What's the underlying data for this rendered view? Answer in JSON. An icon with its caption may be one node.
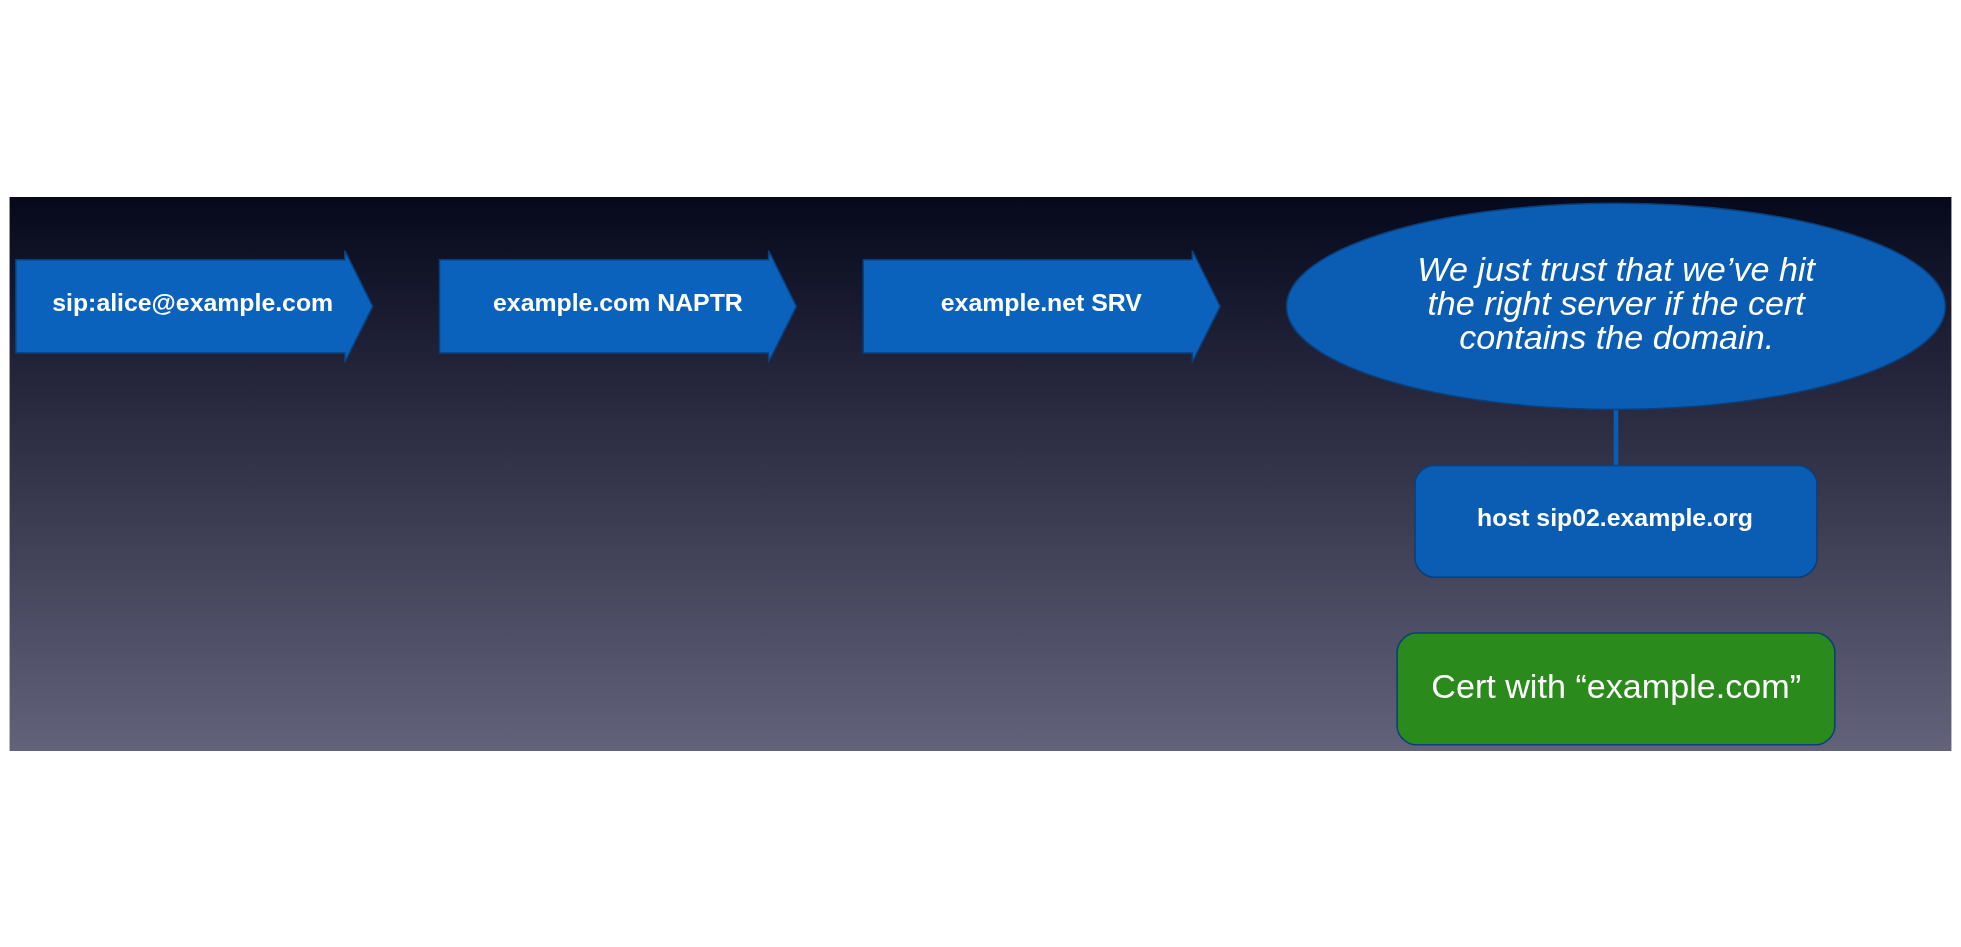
{
  "diagram": {
    "nodes": [
      {
        "text": [
          "sip:alice@example.com"
        ]
      },
      {
        "text": [
          "example.com NAPTR"
        ]
      },
      {
        "text": [
          "example.net SRV"
        ]
      },
      {
        "text": [
          "host sip02.example.org"
        ]
      },
      {
        "text": [
          "We just trust that we’ve hit the right server if the cert contains the domain."
        ]
      },
      {
        "text": [
          "Cert with “example.com”"
        ]
      }
    ],
    "edges": [
      {
        "from": 4,
        "to": 3,
        "arrow": "none"
      }
    ]
  }
}
